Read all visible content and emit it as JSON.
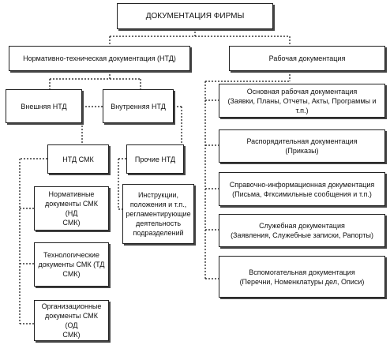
{
  "diagram": {
    "root": "ДОКУМЕНТАЦИЯ ФИРМЫ",
    "ntd": "Нормативно-техническая документация (НТД)",
    "external_ntd": "Внешняя НТД",
    "internal_ntd": "Внутренняя НТД",
    "ntd_smk": "НТД СМК",
    "other_ntd": "Прочие НТД",
    "other_ntd_desc": "Инструкции,\nположения и т.п.,\nрегламентирующие\nдеятельность\nподразделений",
    "smk_docs": [
      "Нормативные\nдокументы СМК (НД\nСМК)",
      "Технологические\nдокументы СМК (ТД\nСМК)",
      "Организационные\nдокументы СМК (ОД\nСМК)"
    ],
    "work_docs": "Рабочая документация",
    "work_types": [
      "Основная рабочая документация\n(Заявки, Планы, Отчеты, Акты, Программы и т.п.)",
      "Распорядительная документация\n(Приказы)",
      "Справочно-информационная документация\n(Письма, Фгксимильные сообщения и т.п.)",
      "Служебная документация\n(Заявления, Служебные записки, Рапорты)",
      "Вспомогательная документация\n(Перечни, Номенклатуры дел, Описи)"
    ]
  }
}
